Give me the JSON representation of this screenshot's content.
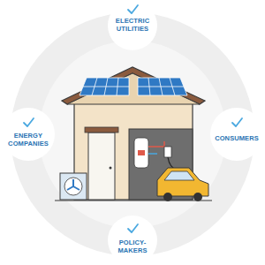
{
  "diagram": {
    "nodes": [
      {
        "text": [
          "ELECTRIC UTILITIES"
        ]
      },
      {
        "text": [
          "ENERGY COMPANIES"
        ]
      },
      {
        "text": [
          "CONSUMERS"
        ]
      },
      {
        "text": [
          "POLICY-MAKERS"
        ]
      }
    ]
  }
}
